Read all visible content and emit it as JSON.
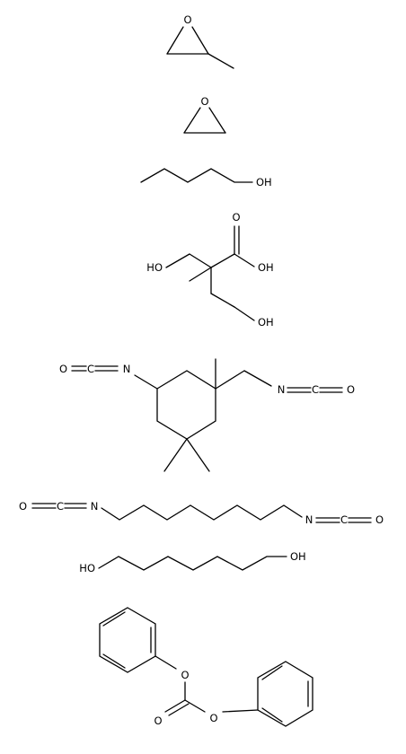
{
  "structures": [
    {
      "id": "methyloxirane",
      "labels": [
        "O"
      ]
    },
    {
      "id": "oxirane",
      "labels": [
        "O"
      ]
    },
    {
      "id": "butan-1-ol",
      "labels": [
        "OH"
      ]
    },
    {
      "id": "dimethylolpropionic-acid",
      "labels": [
        "O",
        "OH",
        "HO",
        "OH"
      ]
    },
    {
      "id": "isophorone-diisocyanate",
      "labels": [
        "O",
        "C",
        "N",
        "N",
        "C",
        "O"
      ]
    },
    {
      "id": "hexamethylene-diisocyanate",
      "labels": [
        "O",
        "C",
        "N",
        "N",
        "C",
        "O"
      ]
    },
    {
      "id": "hexane-1-6-diol",
      "labels": [
        "HO",
        "OH"
      ]
    },
    {
      "id": "diphenyl-carbonate",
      "labels": [
        "O",
        "O",
        "O"
      ]
    }
  ],
  "colors": {
    "ink": "#000000",
    "background": "#ffffff"
  }
}
